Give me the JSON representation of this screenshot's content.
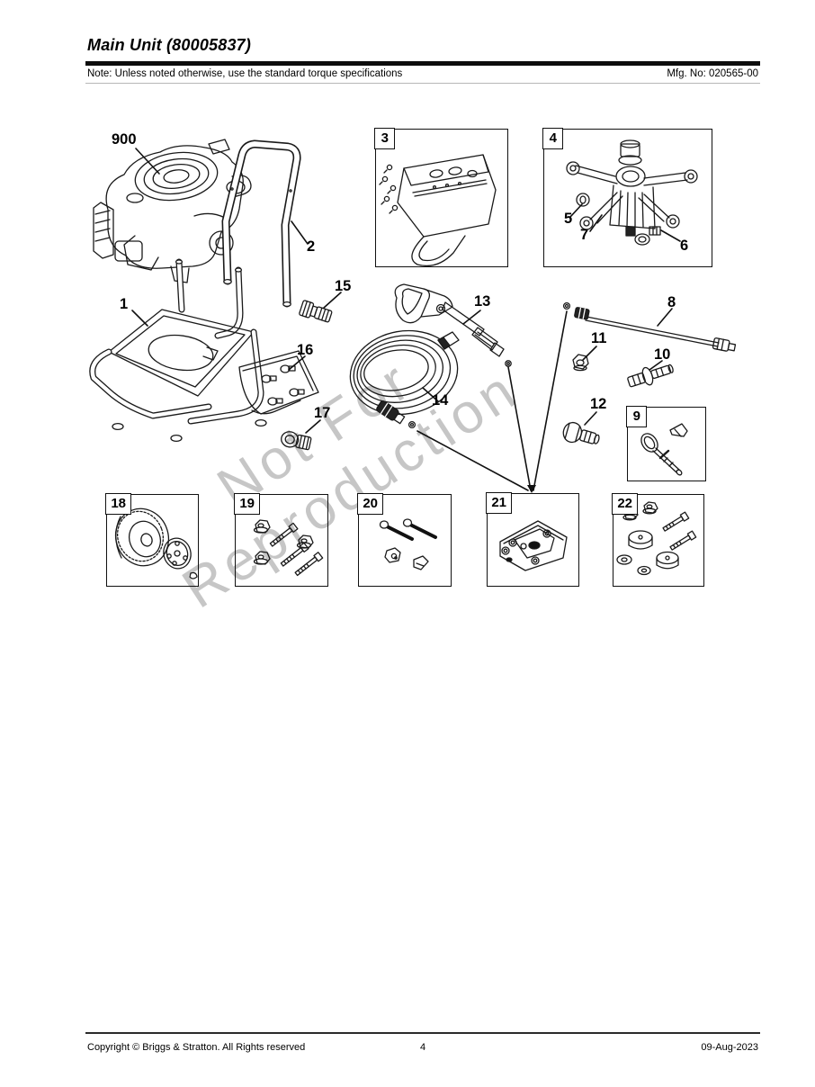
{
  "header": {
    "title": "Main Unit (80005837)",
    "note": "Note: Unless noted otherwise, use the standard torque specifications",
    "mfg_no": "Mfg. No: 020565-00"
  },
  "watermark": {
    "line1": "Not For",
    "line2": "Reproduction"
  },
  "callouts": {
    "n900": "900",
    "n1": "1",
    "n2": "2",
    "n3": "3",
    "n4": "4",
    "n5": "5",
    "n6": "6",
    "n7": "7",
    "n8": "8",
    "n9": "9",
    "n10": "10",
    "n11": "11",
    "n12": "12",
    "n13": "13",
    "n14": "14",
    "n15": "15",
    "n16": "16",
    "n17": "17",
    "n18": "18",
    "n19": "19",
    "n20": "20",
    "n21": "21",
    "n22": "22"
  },
  "footer": {
    "copyright": "Copyright ©  Briggs & Stratton. All Rights reserved",
    "page_number": "4",
    "date": "09-Aug-2023"
  }
}
